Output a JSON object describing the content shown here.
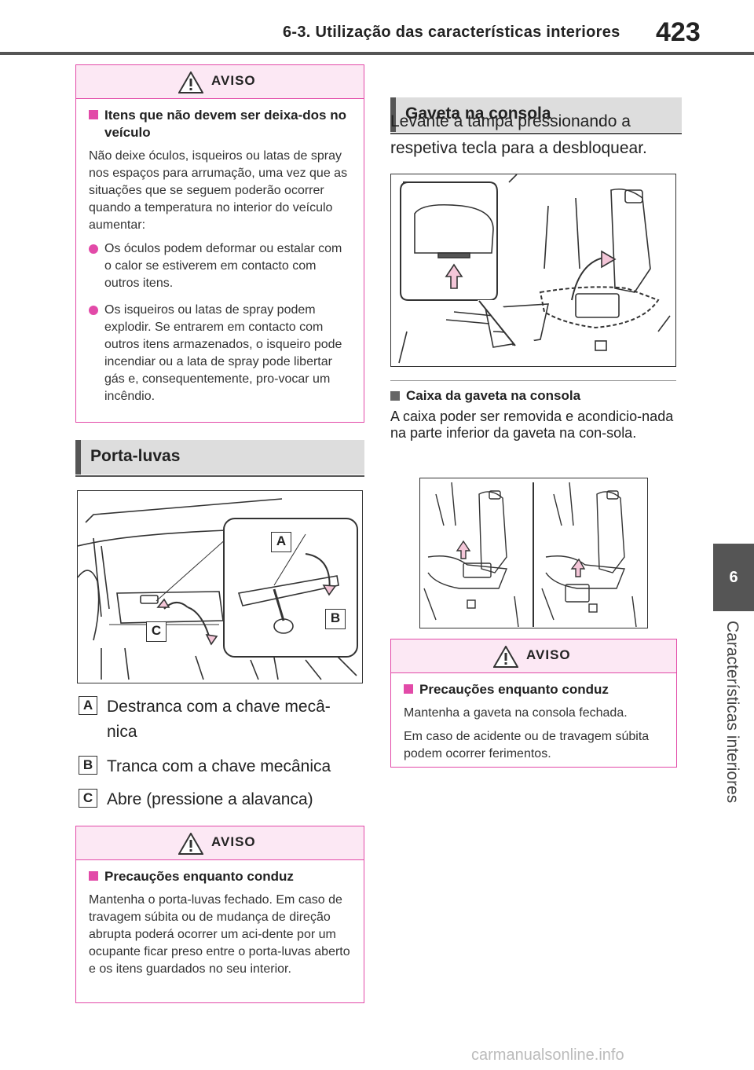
{
  "header": {
    "title": "6-3. Utilização das características interiores",
    "page_number": "423"
  },
  "side_tab": {
    "number": "6",
    "label": "Características interiores"
  },
  "warning1": {
    "label": "AVISO",
    "heading": "Itens que não devem ser deixa-dos no veículo",
    "intro": "Não deixe óculos, isqueiros ou latas de spray nos espaços para arrumação, uma vez que as situações que se seguem poderão ocorrer quando a temperatura no interior do veículo aumentar:",
    "bullets": [
      "Os óculos podem deformar ou estalar com o calor se estiverem em contacto com outros itens.",
      "Os isqueiros ou latas de spray podem explodir. Se entrarem em contacto com outros itens armazenados, o isqueiro pode incendiar ou a lata de spray pode libertar gás e, consequentemente, pro-vocar um incêndio."
    ]
  },
  "section_glovebox": {
    "title": "Porta-luvas",
    "figure_labels": [
      "A",
      "B",
      "C"
    ],
    "legend": [
      {
        "key": "A",
        "text": "Destranca com a chave mecâ-nica"
      },
      {
        "key": "B",
        "text": "Tranca com a chave mecânica"
      },
      {
        "key": "C",
        "text": "Abre (pressione a alavanca)"
      }
    ]
  },
  "warning2": {
    "label": "AVISO",
    "heading": "Precauções enquanto conduz",
    "text": "Mantenha o porta-luvas fechado. Em caso de travagem súbita ou de mudança de direção abrupta poderá ocorrer um aci-dente por um ocupante ficar preso entre o porta-luvas aberto e os itens guardados no seu interior."
  },
  "section_console": {
    "title": "Gaveta na consola",
    "intro": "Levante a tampa pressionando a respetiva tecla para a desbloquear.",
    "sub_heading": "Caixa da gaveta na consola",
    "sub_text": "A caixa poder ser removida e acondicio-nada na parte inferior da gaveta na con-sola."
  },
  "warning3": {
    "label": "AVISO",
    "heading": "Precauções enquanto conduz",
    "paragraphs": [
      "Mantenha a gaveta na consola fechada.",
      "Em caso de acidente ou de travagem súbita podem ocorrer ferimentos."
    ]
  },
  "watermark": "carmanualsonline.info",
  "colors": {
    "warning_accent": "#e24aa8",
    "warning_bg": "#fce8f4",
    "arrow_fill": "#f4c6d8",
    "section_bg": "#dddddd"
  }
}
